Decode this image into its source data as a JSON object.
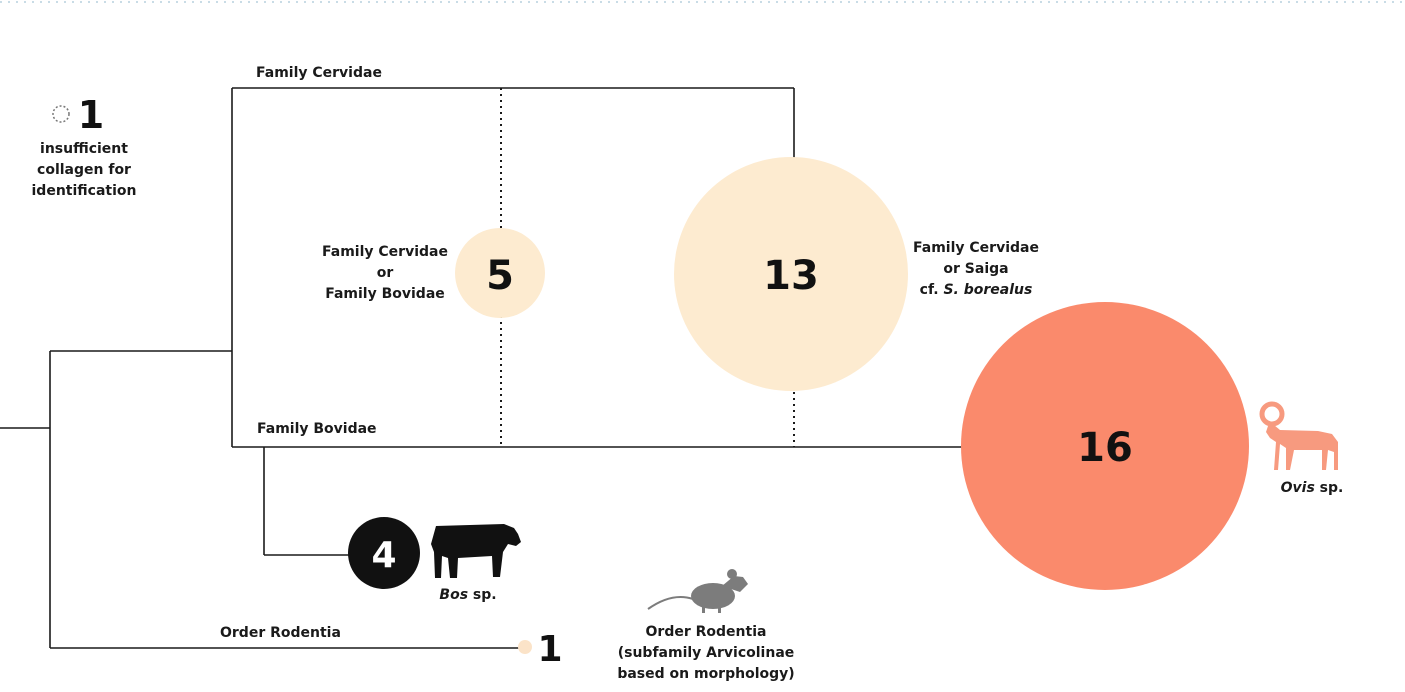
{
  "colors": {
    "tree_line": "#1a1a1a",
    "cervidae_bovidae": "#fdebd0",
    "ovis": "#fa8a6c",
    "bos": "#111111",
    "rodent_dot": "#fbe3c8",
    "rodent_icon": "#7c7c7c",
    "ovis_icon": "#f79a7f",
    "top_border": "#c9dce6"
  },
  "unidentified": {
    "count": "1",
    "label_lines": [
      "insufficient",
      "collagen for",
      "identification"
    ]
  },
  "labels": {
    "family_cervidae": "Family Cervidae",
    "family_bovidae": "Family Bovidae",
    "order_rodentia": "Order Rodentia"
  },
  "nodes": {
    "cervidae_or_bovidae": {
      "count": "5",
      "label_lines": [
        "Family Cervidae",
        "or",
        "Family Bovidae"
      ]
    },
    "cervidae_or_saiga": {
      "count": "13",
      "label_lines": [
        "Family Cervidae",
        "or Saiga"
      ],
      "label_prefix": "cf.",
      "label_species": "S. borealus"
    },
    "ovis": {
      "count": "16",
      "genus": "Ovis",
      "suffix": "sp.",
      "icon": "ram-icon"
    },
    "bos": {
      "count": "4",
      "genus": "Bos",
      "suffix": "sp.",
      "icon": "cow-icon"
    },
    "rodentia": {
      "count": "1",
      "label_lines": [
        "Order Rodentia",
        "(subfamily Arvicolinae",
        "based on morphology)"
      ],
      "icon": "mouse-icon"
    }
  }
}
